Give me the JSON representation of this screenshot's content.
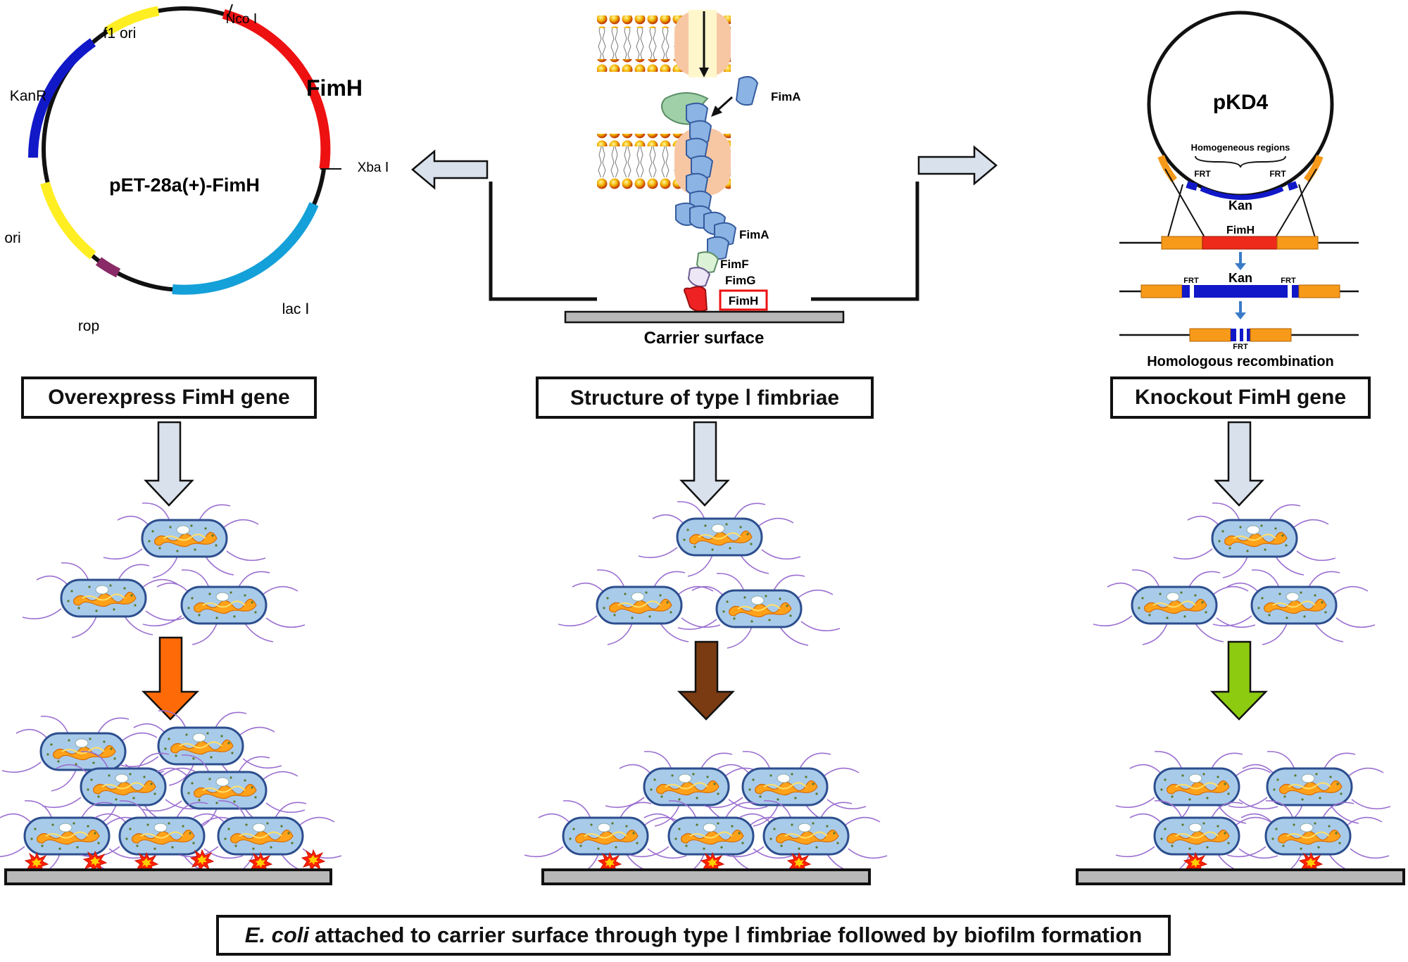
{
  "plasmid_left": {
    "name": "pET-28a(+)-FimH",
    "features": {
      "f1_ori": "f1 ori",
      "nco": "Nco Ⅰ",
      "fimh": "FimH",
      "kanr": "KanR",
      "xba": "Xba Ⅰ",
      "ori": "ori",
      "lac": "lac Ⅰ",
      "rop": "rop"
    },
    "colors": {
      "fimh": "#ee1111",
      "yellow": "#ffee22",
      "kanr": "#1118c8",
      "lac": "#14a0d8",
      "rop": "#8a2a66"
    }
  },
  "structure": {
    "fima_top": "FimA",
    "fima_mid": "FimA",
    "fimf": "FimF",
    "fimg": "FimG",
    "fimh": "FimH",
    "carrier_surface": "Carrier surface"
  },
  "plasmid_right": {
    "name": "pKD4",
    "homogeneous_regions": "Homogeneous regions",
    "frt_left": "FRT",
    "frt_right": "FRT",
    "kan_top": "Kan",
    "fimh_gene": "FimH",
    "kan_mid": "Kan",
    "frt_mid_left": "FRT",
    "frt_mid_right": "FRT",
    "frt_bottom": "FRT",
    "homologous_recombination": "Homologous recombination"
  },
  "labels": {
    "overexpress": "Overexpress FimH gene",
    "structure": "Structure of type Ⅰ fimbriae",
    "knockout": "Knockout FimH gene"
  },
  "arrow_colors": {
    "left": "#ff6a08",
    "middle": "#7a3b12",
    "right": "#8ccb10"
  },
  "caption": {
    "italic": "E. coli",
    "rest": "attached to carrier surface through type Ⅰ fimbriae followed by biofilm formation"
  }
}
